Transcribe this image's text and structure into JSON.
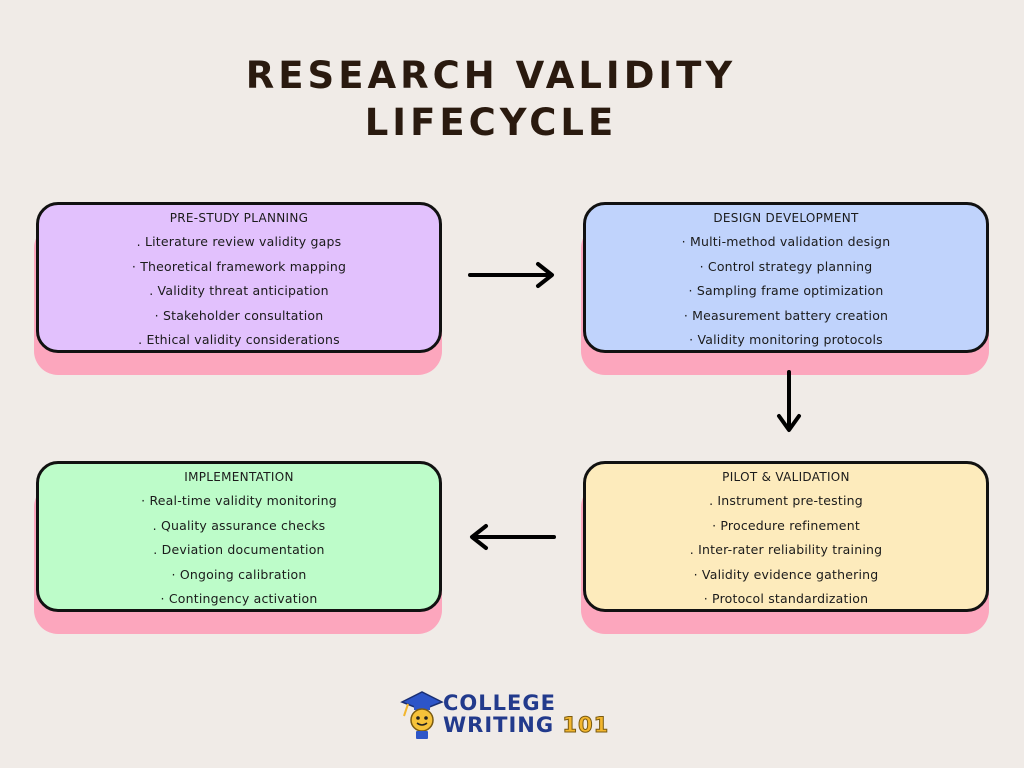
{
  "title_line1": "RESEARCH VALIDITY",
  "title_line2": "LIFECYCLE",
  "stages": [
    {
      "title": "PRE-STUDY PLANNING",
      "color": "#e2c1fd",
      "items": [
        ". Literature review validity gaps",
        "· Theoretical framework mapping",
        ". Validity threat anticipation",
        "· Stakeholder consultation",
        ". Ethical validity considerations"
      ]
    },
    {
      "title": "DESIGN DEVELOPMENT",
      "color": "#c0d3fc",
      "items": [
        "· Multi-method validation design",
        "· Control strategy planning",
        "· Sampling frame optimization",
        "· Measurement battery creation",
        "· Validity monitoring protocols"
      ]
    },
    {
      "title": "PILOT & VALIDATION",
      "color": "#fdebbc",
      "items": [
        ". Instrument pre-testing",
        "· Procedure refinement",
        ". Inter-rater reliability training",
        "· Validity evidence gathering",
        "· Protocol standardization"
      ]
    },
    {
      "title": "IMPLEMENTATION",
      "color": "#bdfcc9",
      "items": [
        "· Real-time validity monitoring",
        ". Quality assurance checks",
        ". Deviation documentation",
        "· Ongoing calibration",
        "· Contingency activation"
      ]
    }
  ],
  "shadow_color": "#fca6bd",
  "logo": {
    "line1": "COLLEGE",
    "line2": "WRITING",
    "number": "101"
  }
}
